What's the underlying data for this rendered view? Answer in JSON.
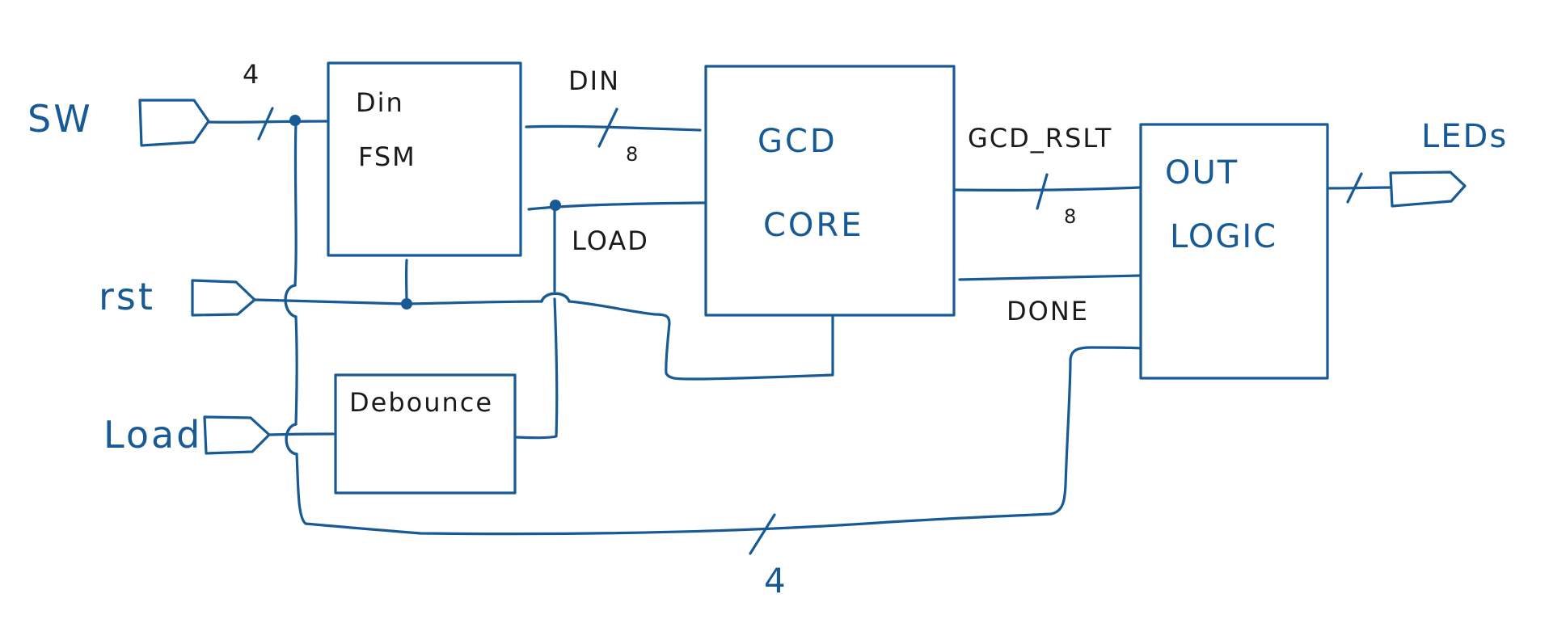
{
  "colors": {
    "ink": "#185a95",
    "thin_ink": "#1b1b1b",
    "background": "#ffffff"
  },
  "inputs": {
    "sw": "SW",
    "rst": "rst",
    "load": "Load"
  },
  "outputs": {
    "leds": "LEDs"
  },
  "blocks": {
    "din_fsm": {
      "line1": "Din",
      "line2": "FSM"
    },
    "debounce": {
      "label": "Debounce"
    },
    "gcd_core": {
      "line1": "GCD",
      "line2": "CORE"
    },
    "out_logic": {
      "line1": "OUT",
      "line2": "LOGIC"
    }
  },
  "signals": {
    "din": "DIN",
    "din_width": "8",
    "load": "LOAD",
    "gcd_rslt": "GCD_RSLT",
    "gcd_rslt_width": "8",
    "done": "DONE",
    "sw_width": "4",
    "feedback_width": "4"
  }
}
